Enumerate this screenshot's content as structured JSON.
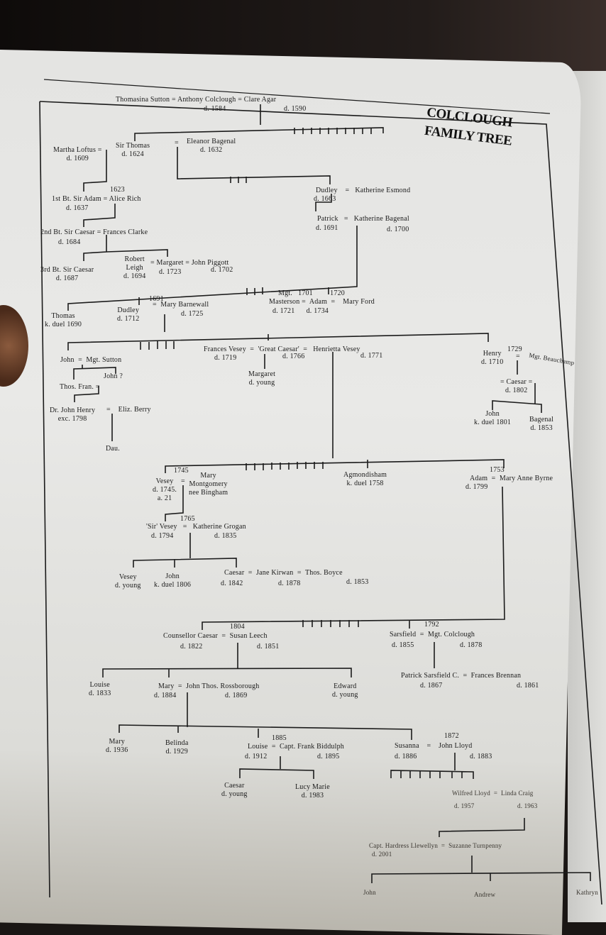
{
  "title": "COLCLOUGH\nFAMILY TREE",
  "labels": {
    "gen1_names": "Thomasina Sutton = Anthony Colclough = Clare Agar",
    "anthony_d": "d. 1584",
    "clare_d": "d. 1590",
    "martha": "Martha Loftus =\nd. 1609",
    "sir_thomas": "Sir Thomas\nd. 1624",
    "eq_eleanor": "=",
    "eleanor": "Eleanor Bagenal\nd. 1632",
    "dudley_names": "Dudley    =   Katherine Esmond",
    "dudley_d": "d. 1663",
    "m1623": "1623",
    "sir_adam_names": "1st Bt. Sir Adam = Alice Rich",
    "sir_adam_d": "d. 1637",
    "patrick_names": "Patrick   =   Katherine Bagenal",
    "patrick_d": "d. 1691",
    "kbagenal_d": "d. 1700",
    "caesar2_names": "2nd Bt. Sir Caesar = Frances Clarke",
    "caesar2_d": "d. 1684",
    "robert_leigh": "Robert\nLeigh\nd. 1694",
    "margaret_names": "= Margaret = John Piggott",
    "margaret_d": "d. 1723",
    "piggott_d": "d. 1702",
    "caesar3": "3rd Bt. Sir Caesar\nd. 1687",
    "thomas": "Thomas\nk. duel 1690",
    "dudley2": "Dudley\nd. 1712",
    "m1691": "1691",
    "barnewall": "=  Mary Barnewall",
    "barnewall_d": "d. 1725",
    "adam_years": "Mgt.   1701         1720",
    "adam_names": "Masterson =  Adam  =    Mary Ford",
    "adam_d": "d. 1721      d. 1734",
    "john_sutton": "John  =  Mgt. Sutton",
    "john_q": "John ?",
    "thos_fran": "Thos. Fran. =",
    "dr_john_henry": "Dr. John Henry\nexc. 1798",
    "eliz_berry": "=    Eliz. Berry",
    "dau": "Dau.",
    "great_caesar_names": "Frances Vesey  =  'Great Caesar'  =   Henrietta Vesey",
    "frances_vesey_d": "d. 1719",
    "great_caesar_d": "d. 1766",
    "henrietta_d": "d. 1771",
    "margaret_young": "Margaret\nd. young",
    "henry": "Henry\nd. 1710",
    "m1729": "1729",
    "eq_henry": "=",
    "beauchamp": "Mgt. Beauchamp",
    "caesar1802": "= Caesar =\nd. 1802",
    "john1801": "John\nk. duel 1801",
    "bagenal1853": "Bagenal\nd. 1853",
    "m1745": "1745",
    "vesey1745": "Vesey\nd. 1745.\na. 21",
    "eq_vesey": "=",
    "mary_montgomery": "Mary\nMontgomery\nnee Bingham",
    "m1765": "1765",
    "sir_vesey_names": "'Sir' Vesey   =   Katherine Grogan",
    "sir_vesey_d": "d. 1794",
    "grogan_d": "d. 1835",
    "agmondisham": "Agmondisham\nk. duel 1758",
    "m1753": "1753",
    "adam1799_names": "Adam  =  Mary Anne Byrne",
    "adam1799_d": "d. 1799",
    "vesey_young": "Vesey\nd. young",
    "john1806": "John\nk. duel 1806",
    "caesar1842_names": "Caesar  =  Jane Kirwan  =  Thos. Boyce",
    "caesar1842_d": "d. 1842",
    "kirwan_d": "d. 1878",
    "boyce_d": "d. 1853",
    "m1804": "1804",
    "counsellor_names": "Counsellor Caesar  =  Susan Leech",
    "counsellor_d": "d. 1822",
    "leech_d": "d. 1851",
    "m1792": "1792",
    "sarsfield_names": "Sarsfield  =  Mgt. Colclough",
    "sarsfield_d": "d. 1855",
    "mgt_colclough_d": "d. 1878",
    "patrick_sarsfield_names": "Patrick Sarsfield C.  =  Frances Brennan",
    "patrick_sarsfield_d": "d. 1867",
    "brennan_d": "d. 1861",
    "louise1833": "Louise\nd. 1833",
    "mary1884_names": "Mary  =  John Thos. Rossborough",
    "mary1884_d": "d. 1884",
    "rossborough_d": "d. 1869",
    "edward": "Edward\nd. young",
    "mary1936": "Mary\nd. 1936",
    "belinda": "Belinda\nd. 1929",
    "m1885": "1885",
    "louise1912_names": "Louise  =  Capt. Frank Biddulph",
    "louise1912_d": "d. 1912",
    "biddulph_d": "d. 1895",
    "caesar_young": "Caesar\nd. young",
    "lucy_marie": "Lucy Marie\nd. 1983",
    "m1872": "1872",
    "susanna_names": "Susanna    =    John Lloyd",
    "susanna_d": "d. 1886",
    "lloyd_d": "d. 1883",
    "wilfred_names": "Wilfred Lloyd  =  Linda Craig",
    "wilfred_d": "d. 1957",
    "craig_d": "d. 1963",
    "hardress_names": "Capt. Hardress Llewellyn  =  Suzanne Turnpenny",
    "hardress_d": "d. 2001",
    "child_john": "John",
    "child_andrew": "Andrew",
    "child_kathryn": "Kathryn"
  }
}
